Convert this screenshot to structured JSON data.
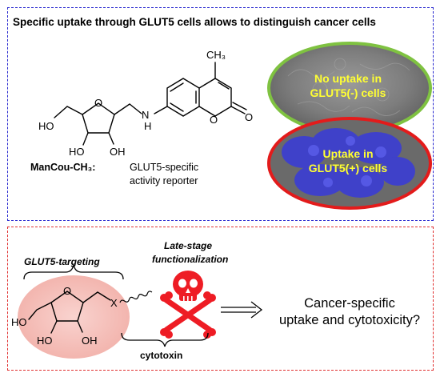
{
  "top_panel": {
    "title": "Specific uptake through GLUT5 cells allows to distinguish cancer cells",
    "reporter_name": "ManCou-CH₃:",
    "reporter_desc_line1": "GLUT5-specific",
    "reporter_desc_line2": "activity reporter",
    "no_uptake_line1": "No uptake in",
    "no_uptake_line2": "GLUT5(-) cells",
    "uptake_line1": "Uptake in",
    "uptake_line2": "GLUT5(+) cells"
  },
  "molecule_top": {
    "methyl": "CH₃",
    "amine": "N",
    "amine_h": "H",
    "ring_oxygen": "O",
    "lactone_o": "O",
    "carbonyl_o": "O",
    "hydroxyl_left": "HO",
    "hydroxyl_bottom_left": "HO",
    "hydroxyl_bottom_right": "OH"
  },
  "bottom_panel": {
    "targeting_label": "GLUT5-targeting",
    "late_stage_line1": "Late-stage",
    "late_stage_line2": "functionalization",
    "cytotoxin_label": "cytotoxin",
    "outcome_line1": "Cancer-specific",
    "outcome_line2": "uptake and cytotoxicity?"
  },
  "molecule_bottom": {
    "ring_oxygen": "O",
    "linker": "X",
    "hydroxyl_left": "HO",
    "hydroxyl_bottom_left": "HO",
    "hydroxyl_bottom_right": "OH"
  },
  "colors": {
    "top_border": "#2a2ad0",
    "bottom_border": "#e03030",
    "green_ring": "#7fc241",
    "red_ring": "#e31b1b",
    "cell_text": "#ffff33",
    "skull": "#ee1c24",
    "highlight": "#f6c4bf"
  }
}
